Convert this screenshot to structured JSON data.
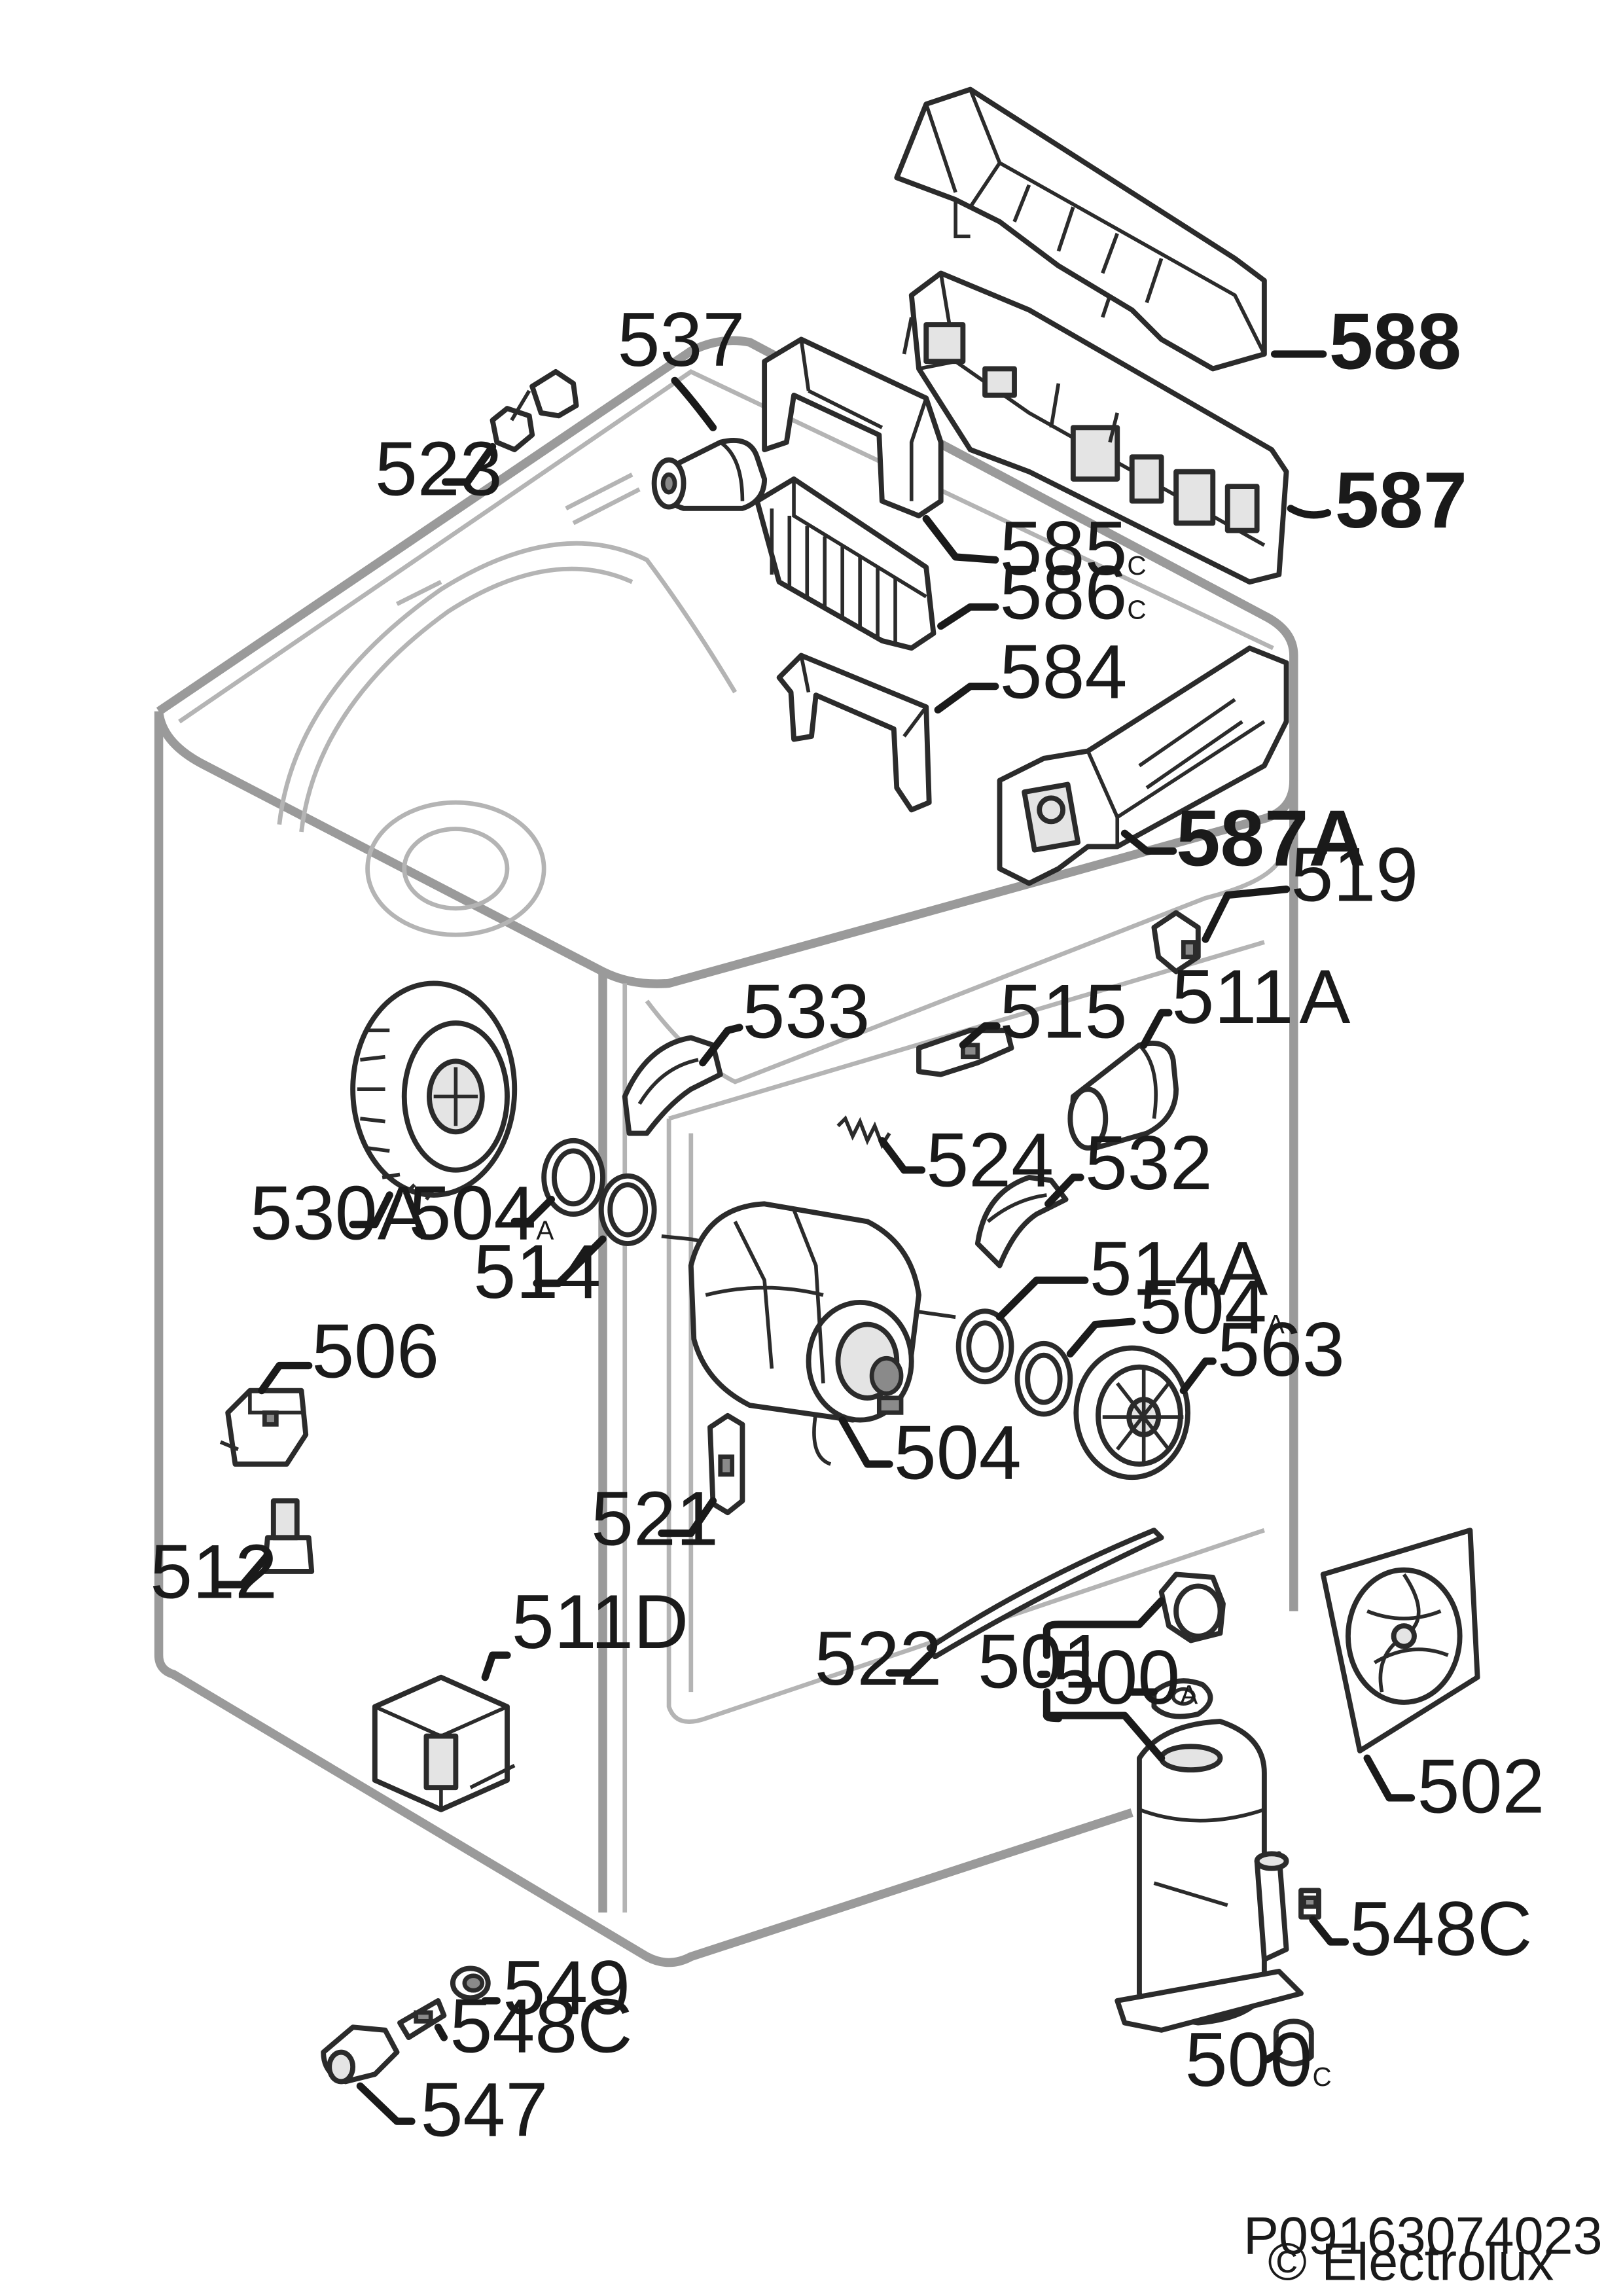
{
  "labels": {
    "l588": "588",
    "l587": "587",
    "l537": "537",
    "l523": "523",
    "l585c_num": "585",
    "l585c_suf": "C",
    "l586c_num": "586",
    "l586c_suf": "C",
    "l584": "584",
    "l587a": "587A",
    "l519": "519",
    "l533": "533",
    "l515": "515",
    "l511a_num": "511",
    "l511a_suf": "A",
    "l530a": "530A",
    "l504a_left_num": "504",
    "l504a_left_suf": "A",
    "l524": "524",
    "l532": "532",
    "l514": "514",
    "l514a": "514A",
    "l504a_right_num": "504",
    "l504a_right_suf": "A",
    "l563": "563",
    "l506": "506",
    "l504": "504",
    "l521": "521",
    "l512": "512",
    "l522": "522",
    "l501": "501",
    "l500a_num": "500",
    "l500a_suf": "A",
    "l511d": "511D",
    "l502": "502",
    "l548c_right": "548C",
    "l549": "549",
    "l548c_left": "548C",
    "l500c_num": "500",
    "l500c_suf": "C",
    "l547": "547"
  },
  "footer": {
    "drawing_code": "P09163074023",
    "copyright": "© Electrolux"
  }
}
